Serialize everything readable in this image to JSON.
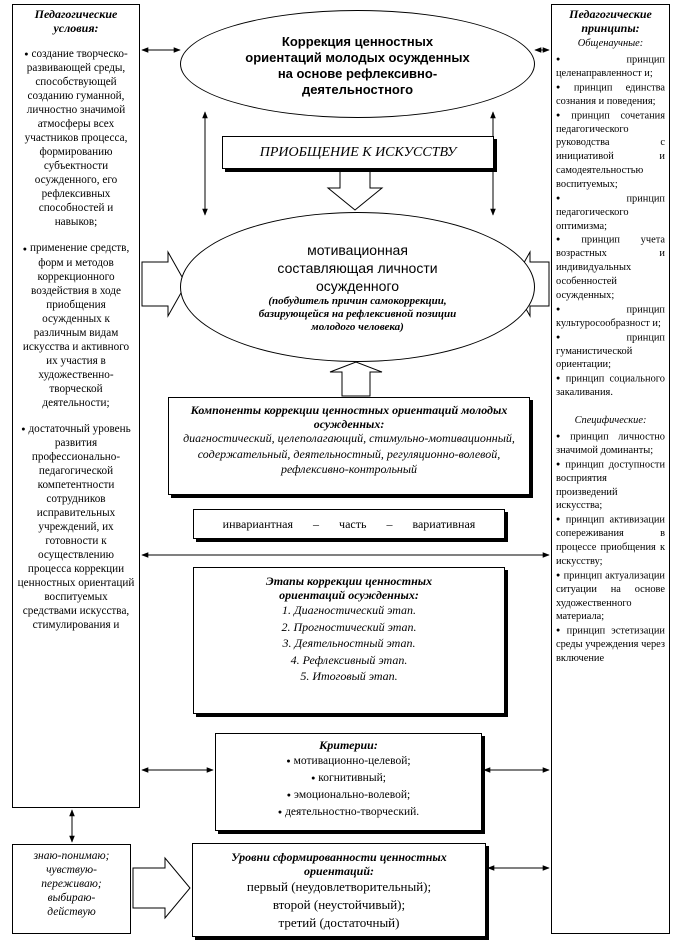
{
  "left": {
    "title": "Педагогические условия:",
    "items": [
      "создание творческо-развивающей среды, способствующей созданию гуманной, личностно значимой атмосферы всех участников процесса, формированию субъектности осужденного, его рефлексивных способностей и навыков;",
      "применение средств, форм и методов коррекционного воздействия в ходе приобщения осужденных к различным видам искусства и активного их участия в художественно-творческой деятельности;",
      "достаточный уровень развития профессионально-педагогической компетентности сотрудников исправительных учреждений, их готовности к осуществлению процесса коррекции ценностных ориентаций воспитуемых средствами искусства, стимулирования и"
    ]
  },
  "right": {
    "title": "Педагогические принципы:",
    "general_label": "Общенаучные:",
    "general": [
      "принцип целенаправленност и;",
      "принцип единства сознания и поведения;",
      "принцип сочетания педагогического руководства с инициативой и самодеятельностью воспитуемых;",
      "принцип педагогического оптимизма;",
      "принцип учета возрастных и индивидуальных особенностей осужденных;",
      "принцип культуросообразност и;",
      "принцип гуманистической ориентации;",
      "принцип социального закаливания."
    ],
    "specific_label": "Специфические:",
    "specific": [
      "принцип личностно значимой доминанты;",
      "принцип доступности восприятия произведений искусства;",
      "принцип активизации сопереживания в процессе приобщения к искусству;",
      "принцип актуализации ситуации на основе художественного материала;",
      "принцип эстетизации среды учреждения через включение"
    ]
  },
  "top_ellipse": "Коррекция ценностных ориентаций молодых осужденных на основе рефлексивно-деятельностного",
  "art_box": "ПРИОБЩЕНИЕ К ИСКУССТВУ",
  "motive_ellipse": {
    "main": "мотивационная составляющая личности осужденного",
    "note": "(побудитель причин самокоррекции, базирующейся на рефлексивной позиции молодого человека)"
  },
  "components": {
    "title": "Компоненты коррекции ценностных ориентаций молодых осужденных:",
    "text": "диагностический, целеполагающий, стимульно-мотивационный, содержательный, деятельностный, регуляционно-волевой, рефлексивно-контрольный"
  },
  "invariant": {
    "left": "инвариантная",
    "dash1": "–",
    "mid": "часть",
    "dash2": "–",
    "right": "вариативная"
  },
  "stages": {
    "title": "Этапы коррекции ценностных ориентаций осужденных:",
    "items": [
      "1. Диагностический этап.",
      "2. Прогностический этап.",
      "3. Деятельностный этап.",
      "4. Рефлексивный этап.",
      "5. Итоговый этап."
    ]
  },
  "criteria": {
    "title": "Критерии:",
    "items": [
      "мотивационно-целевой;",
      "когнитивный;",
      "эмоционально-волевой;",
      "деятельностно-творческий."
    ]
  },
  "levels": {
    "title": "Уровни сформированности ценностных ориентаций:",
    "items": [
      "первый (неудовлетворительный);",
      "второй (неустойчивый);",
      "третий (достаточный)"
    ]
  },
  "know_box": [
    "знаю-понимаю;",
    "чувствую-",
    "переживаю;",
    "выбираю-",
    "действую"
  ]
}
